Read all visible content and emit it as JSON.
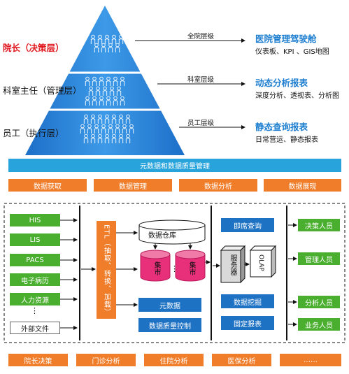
{
  "pyramid": {
    "left_labels": [
      {
        "text": "院长（决策层）",
        "color": "#e0161d"
      },
      {
        "text": "科室主任（管理层）",
        "color": "#111111"
      },
      {
        "text": "员工（执行层）",
        "color": "#111111"
      }
    ],
    "tiers": [
      {
        "level": "全院层级",
        "title": "医院管理驾驶舱",
        "subtitle": "仪表板、KPI 、GIS地图"
      },
      {
        "level": "科室层级",
        "title": "动态分析报表",
        "subtitle": "深度分析、透视表、分析图"
      },
      {
        "level": "员工层级",
        "title": "静态查询报表",
        "subtitle": "日常营运、静态报表"
      }
    ]
  },
  "metadata_bar": "元数据和数据质量管理",
  "top_modules": [
    "数据获取",
    "数据管理",
    "数据分析",
    "数据展现"
  ],
  "sources": [
    "HIS",
    "LIS",
    "PACS",
    "电子病历",
    "人力资源",
    "外部文件"
  ],
  "etl_label": "ETL（抽取、转换、加载）",
  "warehouse_label": "数据仓库",
  "mart_label": "集市",
  "ellipsis_small": "⋮",
  "metadata_label": "元数据",
  "quality_label": "数据质量控制",
  "server_label": "服务器",
  "olap_label": "OLAP",
  "services": [
    "即席查询",
    "数据挖掘",
    "固定报表"
  ],
  "users": [
    "决策人员",
    "管理人员",
    "分析人员",
    "业务人员"
  ],
  "bottom_modules": [
    "院长决策",
    "门诊分析",
    "住院分析",
    "医保分析",
    "……"
  ]
}
